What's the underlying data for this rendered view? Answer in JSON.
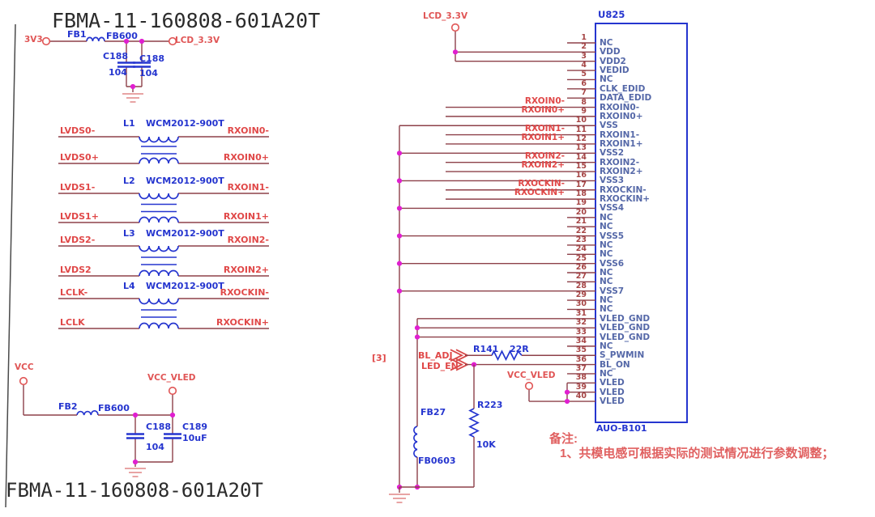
{
  "titles": {
    "top": "FBMA-11-160808-601A20T",
    "bottom": "FBMA-11-160808-601A20T"
  },
  "power_top": {
    "port_in": "3V3",
    "ferrite_ref": "FB1",
    "ferrite_val": "FB600",
    "cap1_ref": "C188",
    "cap1_val": "104",
    "cap2_ref": "C188",
    "cap2_val": "104",
    "port_out": "LCD_3.3V"
  },
  "power_bottom": {
    "port_in": "VCC",
    "ferrite_ref": "FB2",
    "ferrite_val": "FB600",
    "port_out": "VCC_VLED",
    "cap1_ref": "C188",
    "cap1_val": "104",
    "cap2_ref": "C189",
    "cap2_val": "10uF"
  },
  "chokes": [
    {
      "ref": "L1",
      "part": "WCM2012-900T",
      "in_n": "LVDS0-",
      "out_n": "RXOIN0-",
      "in_p": "LVDS0+",
      "out_p": "RXOIN0+"
    },
    {
      "ref": "L2",
      "part": "WCM2012-900T",
      "in_n": "LVDS1-",
      "out_n": "RXOIN1-",
      "in_p": "LVDS1+",
      "out_p": "RXOIN1+"
    },
    {
      "ref": "L3",
      "part": "WCM2012-900T",
      "in_n": "LVDS2-",
      "out_n": "RXOIN2-",
      "in_p": "LVDS2",
      "out_p": "RXOIN2+"
    },
    {
      "ref": "L4",
      "part": "WCM2012-900T",
      "in_n": "LCLK-",
      "out_n": "RXOCKIN-",
      "in_p": "LCLK",
      "out_p": "RXOCKIN+"
    }
  ],
  "right": {
    "lcd_rail": "LCD_3.3V",
    "sheet_ref": "[3]",
    "bl_adj": "BL_ADJ",
    "led_en": "LED_EN",
    "r141_ref": "R141",
    "r141_val": "22R",
    "r223_ref": "R223",
    "r223_val": "10K",
    "fb27_ref": "FB27",
    "fb27_val": "FB0603",
    "vcc_vled": "VCC_VLED"
  },
  "connector": {
    "ref": "U825",
    "part": "AUO-B101",
    "pins": [
      {
        "num": "1",
        "name": "NC"
      },
      {
        "num": "2",
        "name": "VDD"
      },
      {
        "num": "3",
        "name": "VDD2"
      },
      {
        "num": "4",
        "name": "VEDID"
      },
      {
        "num": "5",
        "name": "NC"
      },
      {
        "num": "6",
        "name": "CLK_EDID"
      },
      {
        "num": "7",
        "name": "DATA_EDID"
      },
      {
        "num": "8",
        "name": "RXOIN0-"
      },
      {
        "num": "9",
        "name": "RXOIN0+"
      },
      {
        "num": "10",
        "name": "VSS"
      },
      {
        "num": "11",
        "name": "RXOIN1-"
      },
      {
        "num": "12",
        "name": "RXOIN1+"
      },
      {
        "num": "13",
        "name": "VSS2"
      },
      {
        "num": "14",
        "name": "RXOIN2-"
      },
      {
        "num": "15",
        "name": "RXOIN2+"
      },
      {
        "num": "16",
        "name": "VSS3"
      },
      {
        "num": "17",
        "name": "RXOCKIN-"
      },
      {
        "num": "18",
        "name": "RXOCKIN+"
      },
      {
        "num": "19",
        "name": "VSS4"
      },
      {
        "num": "20",
        "name": "NC"
      },
      {
        "num": "21",
        "name": "NC"
      },
      {
        "num": "22",
        "name": "VSS5"
      },
      {
        "num": "23",
        "name": "NC"
      },
      {
        "num": "24",
        "name": "NC"
      },
      {
        "num": "25",
        "name": "VSS6"
      },
      {
        "num": "26",
        "name": "NC"
      },
      {
        "num": "27",
        "name": "NC"
      },
      {
        "num": "28",
        "name": "VSS7"
      },
      {
        "num": "29",
        "name": "NC"
      },
      {
        "num": "30",
        "name": "NC"
      },
      {
        "num": "31",
        "name": "VLED_GND"
      },
      {
        "num": "32",
        "name": "VLED_GND"
      },
      {
        "num": "33",
        "name": "VLED_GND"
      },
      {
        "num": "34",
        "name": "NC"
      },
      {
        "num": "35",
        "name": "S_PWMIN"
      },
      {
        "num": "36",
        "name": "BL_ON"
      },
      {
        "num": "37",
        "name": "NC"
      },
      {
        "num": "38",
        "name": "VLED"
      },
      {
        "num": "39",
        "name": "VLED"
      },
      {
        "num": "40",
        "name": "VLED"
      }
    ]
  },
  "notes": {
    "header": "备注:",
    "line1": "1、共模电感可根据实际的测试情况进行参数调整；"
  }
}
